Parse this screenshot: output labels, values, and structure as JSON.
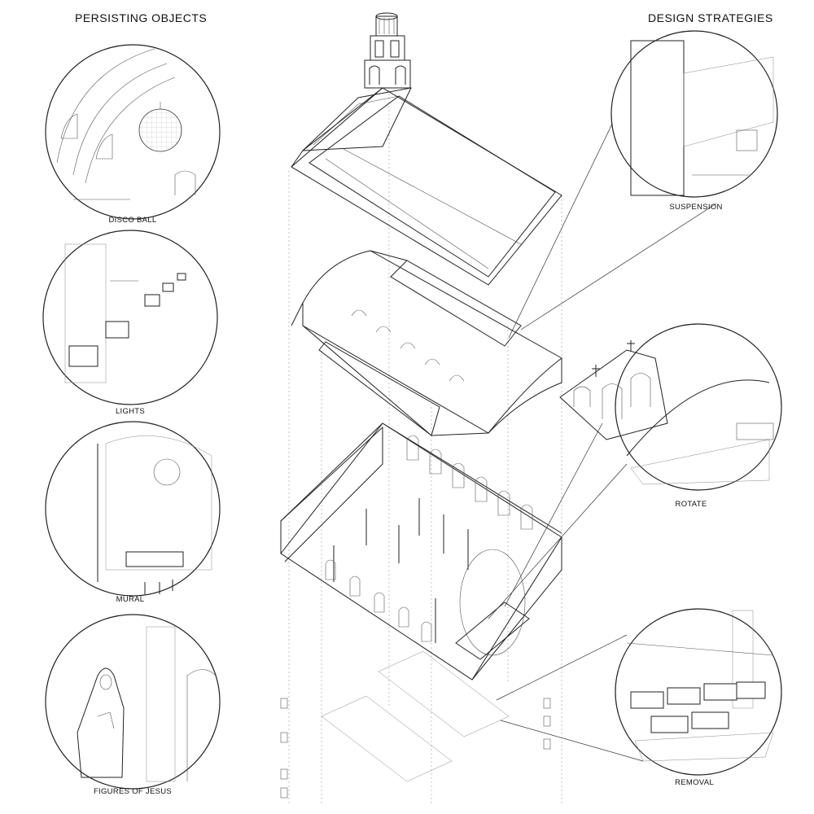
{
  "headings": {
    "left": "PERSISTING OBJECTS",
    "right": "DESIGN STRATEGIES"
  },
  "persisting_objects": [
    {
      "label": "DISCO BALL",
      "icon": "disco-ball-detail"
    },
    {
      "label": "LIGHTS",
      "icon": "stage-lights-detail"
    },
    {
      "label": "MURAL",
      "icon": "mural-detail"
    },
    {
      "label": "FIGURES OF JESUS",
      "icon": "statue-detail"
    }
  ],
  "design_strategies": [
    {
      "label": "SUSPENSION",
      "icon": "suspension-detail"
    },
    {
      "label": "ROTATE",
      "icon": "rotate-detail"
    },
    {
      "label": "REMOVAL",
      "icon": "removal-detail"
    }
  ]
}
